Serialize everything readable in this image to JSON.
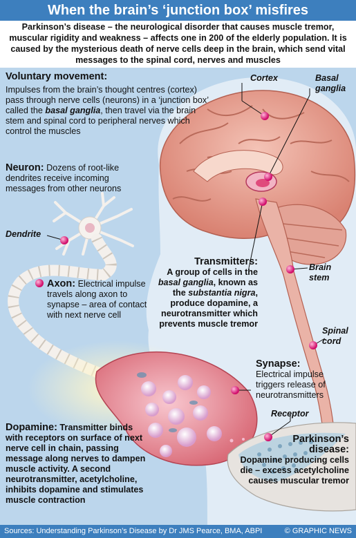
{
  "title": "When the brain’s ‘junction box’ misfires",
  "intro": "Parkinson’s disease – the neurological disorder that causes muscle tremor, muscular rigidity and weakness – affects one in 200 of the elderly population. It is caused by the mysterious death of nerve cells deep in the brain, which send vital messages to the spinal cord, nerves and muscles",
  "voluntary": {
    "heading": "Voluntary movement:",
    "text_before": "Impulses from the brain’s thought centres (cortex) pass through nerve cells (neurons) in a ‘junction box’ called the ",
    "emphasis": "basal ganglia",
    "text_after": ", then travel via the brain stem and spinal cord to peripheral nerves which control the muscles"
  },
  "neuron": {
    "heading": "Neuron:",
    "text": "Dozens of root-like dendrites receive incoming messages from other neurons"
  },
  "labels": {
    "dendrite": "Dendrite",
    "cortex": "Cortex",
    "basal_ganglia_line1": "Basal",
    "basal_ganglia_line2": "ganglia",
    "brain_stem_line1": "Brain",
    "brain_stem_line2": "stem",
    "spinal_cord_line1": "Spinal",
    "spinal_cord_line2": "cord",
    "receptor": "Receptor"
  },
  "axon": {
    "heading": "Axon:",
    "text": "Electrical impulse travels along axon to synapse – area of contact with next nerve cell"
  },
  "transmitters": {
    "heading": "Transmitters:",
    "text_before": "A group of cells in the ",
    "emphasis1": "basal ganglia",
    "text_mid": ", known as the ",
    "emphasis2": "substantia nigra",
    "text_after": ", produce dopamine, a neurotransmitter which prevents muscle tremor"
  },
  "synapse": {
    "heading": "Synapse:",
    "text": "Electrical impulse triggers release of neurotransmitters"
  },
  "dopamine": {
    "heading": "Dopamine:",
    "text": "Transmitter binds with receptors on surface of next nerve cell in chain, passing message along nerves to dampen muscle activity. A second neurotransmitter, acetylcholine, inhibits dopamine and stimulates muscle contraction"
  },
  "parkinsons": {
    "heading_line1": "Parkinson’s",
    "heading_line2": "disease:",
    "text": "Dopamine producing cells die – excess acetylcholine causes muscular tremor"
  },
  "footer": {
    "source": "Sources: Understanding Parkinson’s Disease by Dr JMS Pearce, BMA, ABPI",
    "credit": "© GRAPHIC NEWS"
  },
  "colors": {
    "header": "#3d7fbe",
    "panel": "#bcd6ec",
    "brain": "#e9a596",
    "pointer": "#e8147a"
  }
}
